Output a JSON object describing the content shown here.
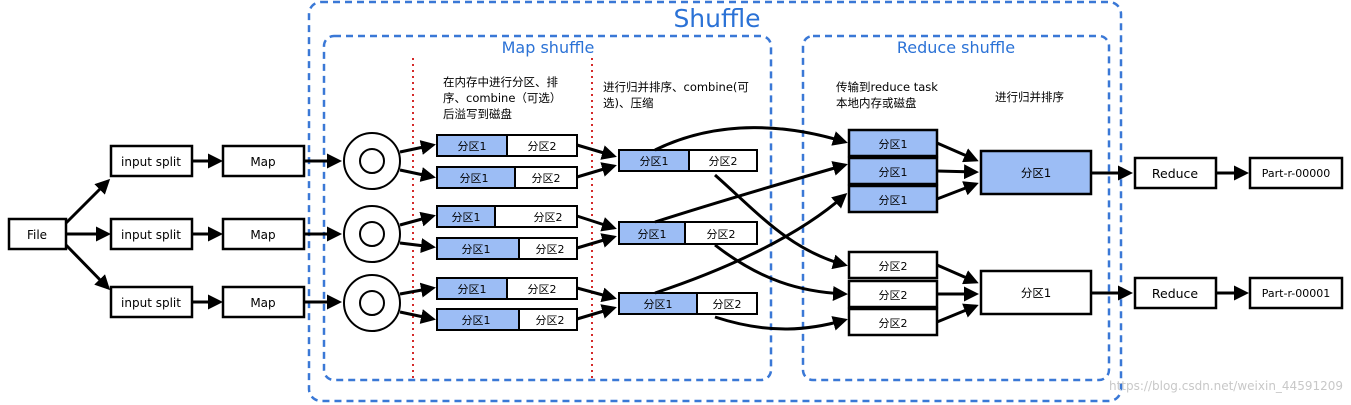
{
  "diagram": {
    "title": "Shuffle",
    "map_region_title": "Map shuffle",
    "reduce_region_title": "Reduce shuffle",
    "notes": {
      "spill": [
        "在内存中进行分区、排",
        "序、combine（可选）",
        "后溢写到磁盘"
      ],
      "merge": [
        "进行归并排序、combine(可",
        "选)、压缩"
      ],
      "transfer": [
        "传输到reduce task",
        "本地内存或磁盘"
      ],
      "reduce_merge": "进行归并排序"
    },
    "file_label": "File",
    "input_split_label": "input split",
    "map_label": "Map",
    "partition1_label": "分区1",
    "partition2_label": "分区2",
    "reduce_label": "Reduce",
    "outputs": [
      "Part-r-00000",
      "Part-r-00001"
    ],
    "watermark": "https://blog.csdn.net/weixin_44591209"
  },
  "colors": {
    "dashed_border": "#3a78d6",
    "title_blue": "#2b72d6",
    "partition_fill": "#9cbdf5",
    "red_divider": "#d42a2a",
    "stroke": "#000000"
  }
}
